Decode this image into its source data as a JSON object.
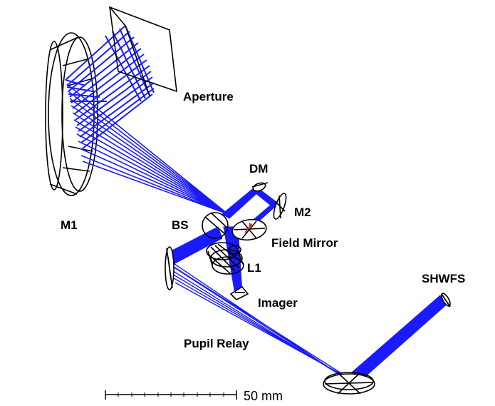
{
  "labels": {
    "aperture": "Aperture",
    "dm": "DM",
    "m1": "M1",
    "m2": "M2",
    "bs": "BS",
    "field_mirror": "Field Mirror",
    "l1": "L1",
    "imager": "Imager",
    "shwfs": "SHWFS",
    "pupil_relay": "Pupil Relay"
  },
  "scale_bar": {
    "label": "50 mm"
  },
  "colors": {
    "beam": "#1a1aff",
    "outline": "#000000",
    "arrow": "#e0201a"
  }
}
